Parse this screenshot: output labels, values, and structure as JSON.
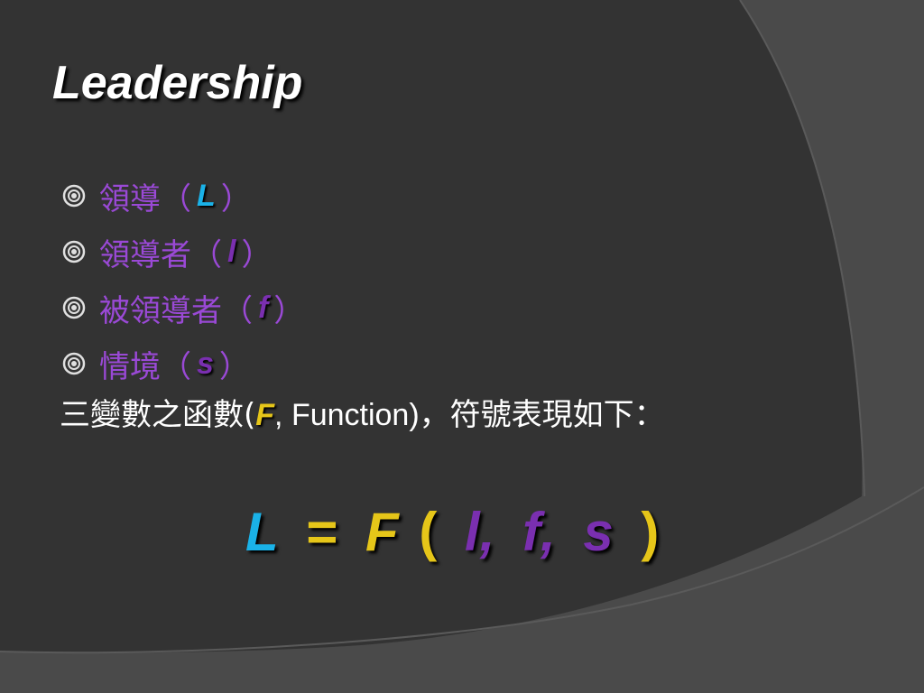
{
  "title": "Leadership",
  "colors": {
    "background": "#4a4a4a",
    "panel": "#333333",
    "bullet_text": "#9a49d6",
    "cyan": "#1ab2e8",
    "yellow": "#e6c619",
    "purple": "#7a2fb0",
    "white": "#ffffff"
  },
  "bullets": [
    {
      "label": "領導",
      "open": "（",
      "symbol": "L",
      "close": "）",
      "symbol_color": "#1ab2e8"
    },
    {
      "label": "領導者",
      "open": "（",
      "symbol": "l",
      "close": "）",
      "symbol_color": "#7a2fb0"
    },
    {
      "label": "被領導者",
      "open": "（",
      "symbol": "f",
      "close": "）",
      "symbol_color": "#7a2fb0"
    },
    {
      "label": "情境",
      "open": "（",
      "symbol": "s",
      "close": "）",
      "symbol_color": "#7a2fb0"
    }
  ],
  "bullet_icon": "circled-dot-icon",
  "description": {
    "prefix": "三變數之函數(",
    "symbol": "F",
    "middle": ", Function)",
    "suffix": "，符號表現如下："
  },
  "formula": {
    "lhs": "L",
    "eq": "=",
    "func": "F",
    "open": "(",
    "arg1": "l,",
    "arg2": "f,",
    "arg3": "s",
    "close": ")"
  }
}
